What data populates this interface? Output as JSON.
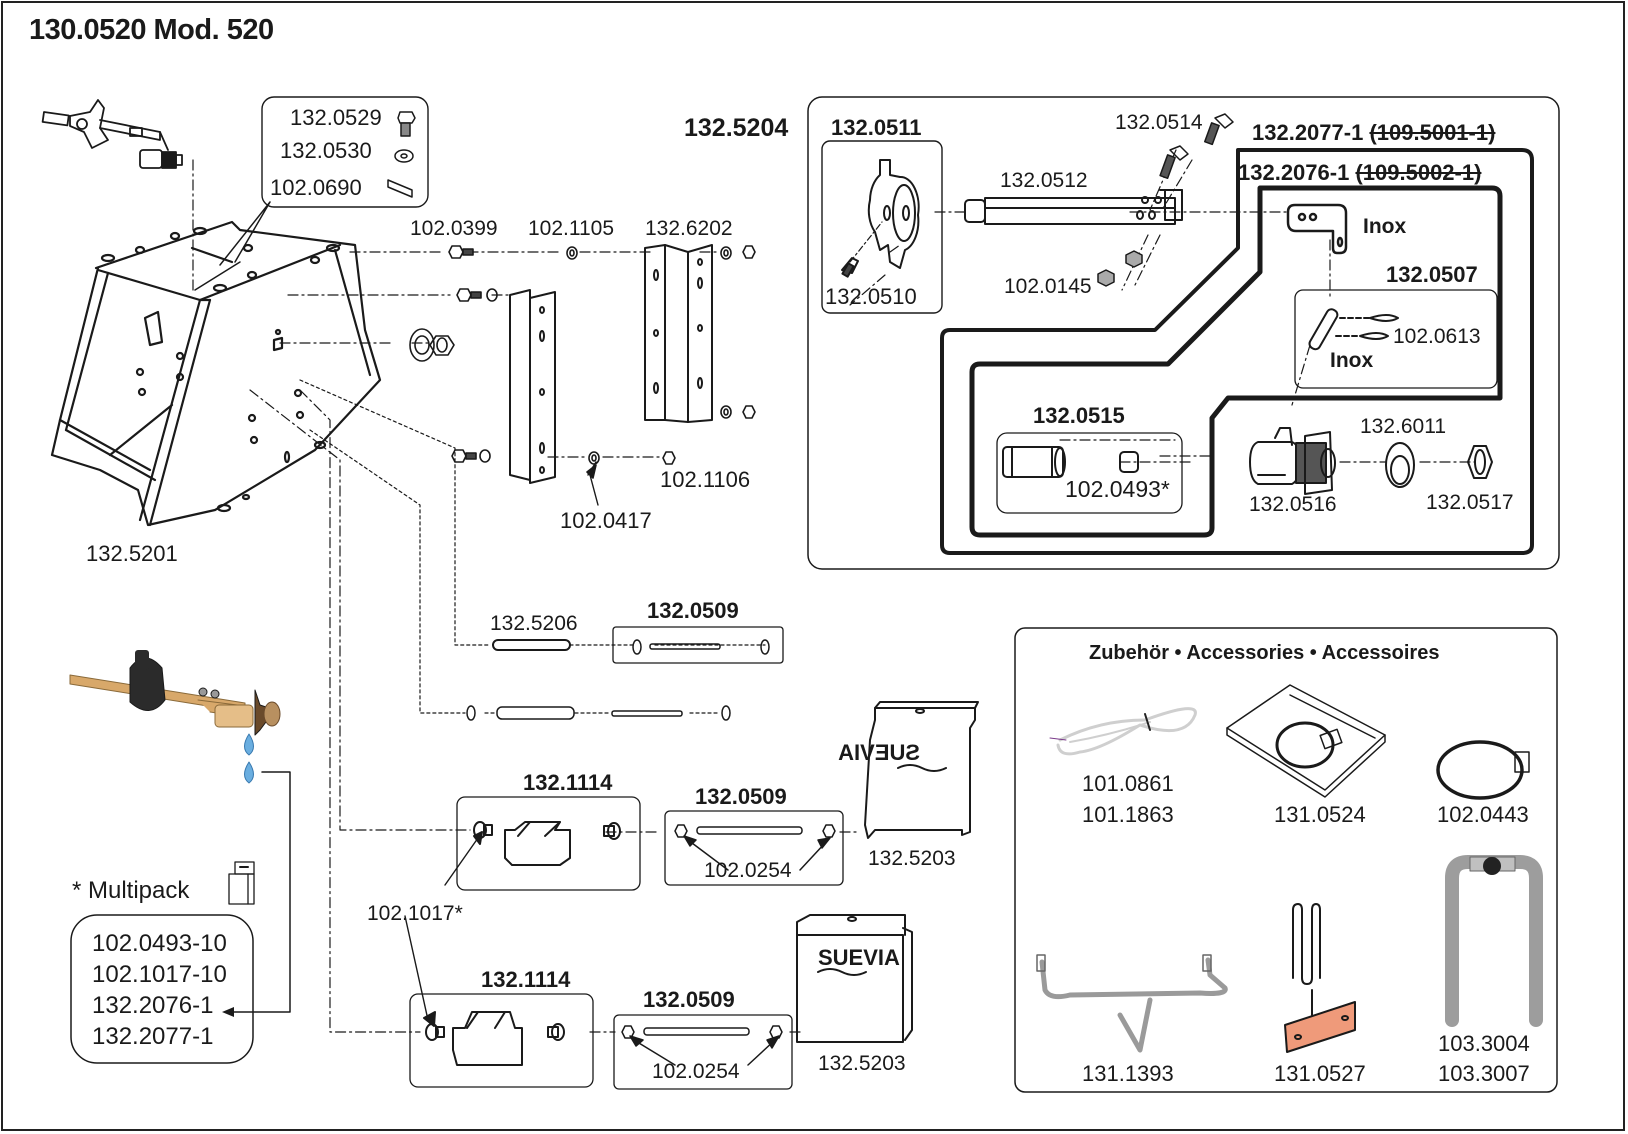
{
  "title": "130.0520 Mod. 520",
  "main_assembly": {
    "housing": "132.5201",
    "bolt_kit": {
      "bolt": "132.0529",
      "washer": "132.0530",
      "plate": "102.0690"
    },
    "top_row": {
      "bolt": "102.0399",
      "washer": "102.1105",
      "bracket": "132.6202"
    },
    "lower_row": {
      "washer": "102.0417",
      "nut": "102.1106"
    }
  },
  "valve_group": {
    "label": "132.5204",
    "lever_kit": {
      "label": "132.0511",
      "screw": "132.0510"
    },
    "arm": "132.0512",
    "arm_screws": "132.0514",
    "arm_nuts": "102.0145",
    "outer_kit": {
      "label": "132.2077-1",
      "old_code": "(109.5001-1)"
    },
    "inner_kit": {
      "label": "132.2076-1",
      "old_code": "(109.5002-1)"
    },
    "plate_material": "Inox",
    "pin_kit": {
      "label": "132.0507",
      "clip": "102.0613",
      "material": "Inox"
    },
    "seal_kit": {
      "label": "132.0515",
      "seal": "102.0493*"
    },
    "valve_body": "132.0516",
    "gasket": "132.6011",
    "nut": "132.0517"
  },
  "hanging": {
    "spacer": "132.5206",
    "rod_kit_1": "132.0509",
    "rod_kit_2": "132.0509",
    "rod_kit_3": "132.0509",
    "hinge_kit_1": "132.1114",
    "hinge_kit_2": "132.1114",
    "rod_nut_1": "102.0254",
    "rod_nut_2": "102.0254",
    "hinge_bushing": "102.1017*",
    "cover_1": "132.5203",
    "cover_2": "132.5203",
    "brand": "SUEVIA"
  },
  "multipack": {
    "heading": "* Multipack",
    "items": [
      "102.0493-10",
      "102.1017-10",
      "132.2076-1",
      "132.2077-1"
    ]
  },
  "accessories": {
    "heading": "Zubehör • Accessories • Accessoires",
    "items": [
      {
        "codes": [
          "101.0861",
          "101.1863"
        ],
        "icon": "heating-cable"
      },
      {
        "codes": [
          "131.0524"
        ],
        "icon": "heating-plate"
      },
      {
        "codes": [
          "102.0443"
        ],
        "icon": "heating-ring"
      },
      {
        "codes": [
          "131.1393"
        ],
        "icon": "protection-bracket"
      },
      {
        "codes": [
          "131.0527"
        ],
        "icon": "heating-element"
      },
      {
        "codes": [
          "103.3004",
          "103.3007"
        ],
        "icon": "pipe-connector"
      }
    ]
  },
  "colors": {
    "line": "#1a1a1a",
    "brass": "#d8a86a",
    "knob": "#2b2b2b",
    "drop": "#6aaee0",
    "copper": "#ef9a7a",
    "steel": "#a9a9a9"
  }
}
